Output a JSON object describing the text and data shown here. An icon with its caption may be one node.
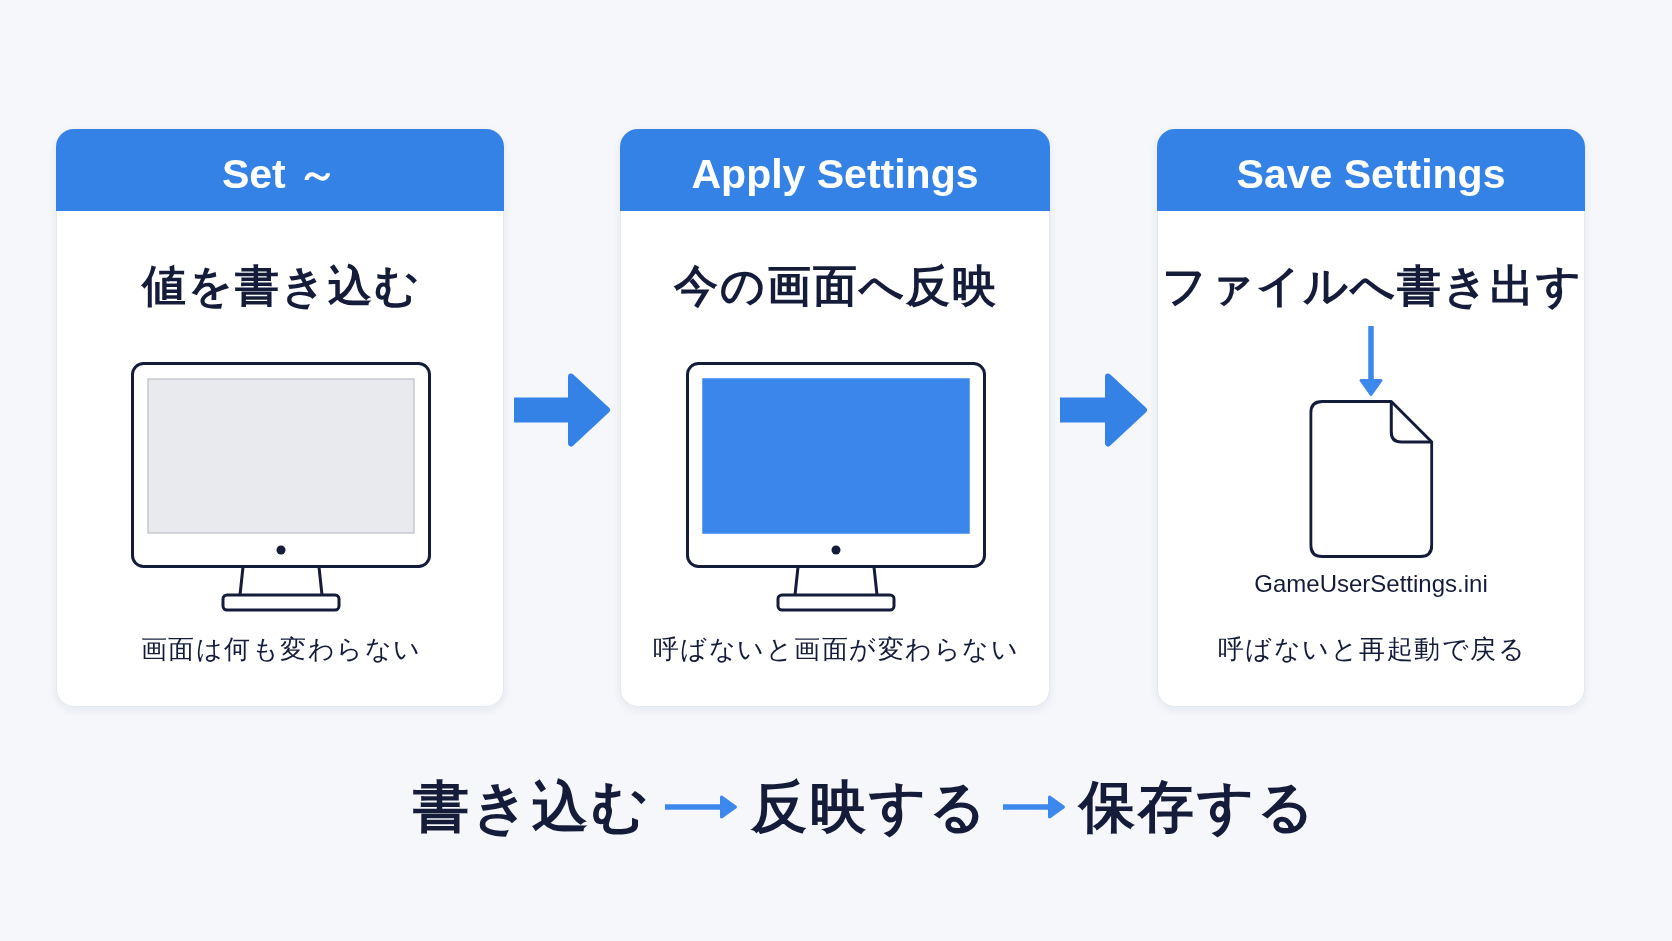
{
  "diagram": {
    "nodes": [
      {
        "text": [
          "Set ～",
          "値を書き込む",
          "画面は何も変わらない"
        ]
      },
      {
        "text": [
          "Apply Settings",
          "今の画面へ反映",
          "呼ばないと画面が変わらない"
        ]
      },
      {
        "text": [
          "Save Settings",
          "ファイルへ書き出す",
          "呼ばないと再起動で戻る"
        ]
      },
      {
        "text": [
          "GameUserSettings.ini"
        ],
        "in": 2
      },
      {
        "text": [
          "書き込む"
        ]
      },
      {
        "text": [
          "反映する"
        ]
      },
      {
        "text": [
          "保存する"
        ]
      }
    ],
    "edges": [
      {
        "from": 0,
        "to": 1,
        "arrow": "to",
        "style": "thick"
      },
      {
        "from": 1,
        "to": 2,
        "arrow": "to",
        "style": "thick"
      },
      {
        "from": null,
        "to": 3,
        "arrow": "to"
      },
      {
        "from": 4,
        "to": 5,
        "arrow": "to"
      },
      {
        "from": 5,
        "to": 6,
        "arrow": "to"
      }
    ]
  }
}
